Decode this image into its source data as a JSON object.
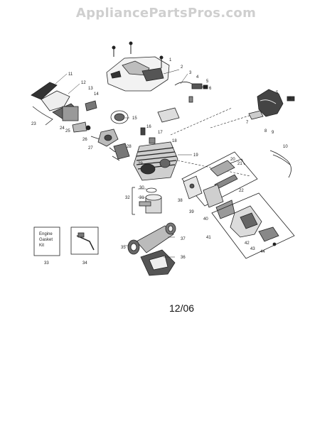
{
  "watermark": "AppliancePartsPros.com",
  "date_code": "12/06",
  "engine_gasket_kit": [
    "Engine",
    "Gasket",
    "Kit"
  ],
  "callouts": [
    {
      "n": "1"
    },
    {
      "n": "2"
    },
    {
      "n": "3"
    },
    {
      "n": "4"
    },
    {
      "n": "5"
    },
    {
      "n": "6"
    },
    {
      "n": "7"
    },
    {
      "n": "8"
    },
    {
      "n": "9"
    },
    {
      "n": "10"
    },
    {
      "n": "11"
    },
    {
      "n": "12"
    },
    {
      "n": "13"
    },
    {
      "n": "14"
    },
    {
      "n": "15"
    },
    {
      "n": "16"
    },
    {
      "n": "17"
    },
    {
      "n": "18"
    },
    {
      "n": "19"
    },
    {
      "n": "20"
    },
    {
      "n": "21"
    },
    {
      "n": "22"
    },
    {
      "n": "23"
    },
    {
      "n": "24"
    },
    {
      "n": "25"
    },
    {
      "n": "26"
    },
    {
      "n": "27"
    },
    {
      "n": "28"
    },
    {
      "n": "29"
    },
    {
      "n": "30"
    },
    {
      "n": "31"
    },
    {
      "n": "32"
    },
    {
      "n": "33"
    },
    {
      "n": "34"
    },
    {
      "n": "35"
    },
    {
      "n": "36"
    },
    {
      "n": "37"
    },
    {
      "n": "38"
    },
    {
      "n": "39"
    },
    {
      "n": "40"
    },
    {
      "n": "41"
    },
    {
      "n": "42"
    },
    {
      "n": "43"
    },
    {
      "n": "44"
    },
    {
      "n": "5"
    },
    {
      "n": "4"
    }
  ]
}
